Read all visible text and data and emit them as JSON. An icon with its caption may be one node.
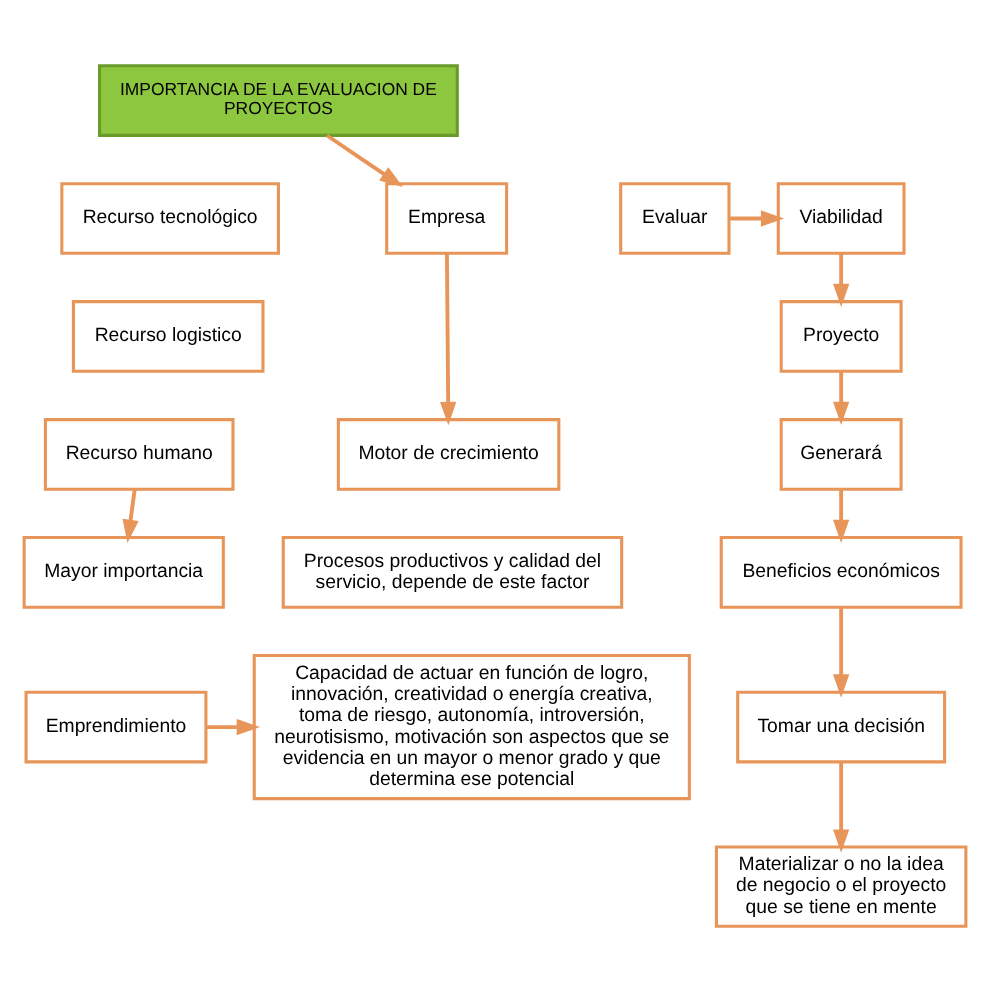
{
  "diagram": {
    "nodes": [
      {
        "text": [
          "IMPORTANCIA DE LA EVALUACION DE PROYECTOS"
        ]
      },
      {
        "text": [
          "Empresa"
        ]
      },
      {
        "text": [
          "Motor de crecimiento"
        ]
      },
      {
        "text": [
          "Recurso tecnológico"
        ]
      },
      {
        "text": [
          "Recurso logistico"
        ]
      },
      {
        "text": [
          "Recurso humano"
        ]
      },
      {
        "text": [
          "Mayor importancia"
        ]
      },
      {
        "text": [
          "Procesos productivos y calidad del servicio, depende de este factor"
        ]
      },
      {
        "text": [
          "Evaluar"
        ]
      },
      {
        "text": [
          "Viabilidad"
        ]
      },
      {
        "text": [
          "Proyecto"
        ]
      },
      {
        "text": [
          "Generará"
        ]
      },
      {
        "text": [
          "Beneficios económicos"
        ]
      },
      {
        "text": [
          "Tomar una decisión"
        ]
      },
      {
        "text": [
          "Materializar o no la idea de negocio o el proyecto que se tiene en mente"
        ]
      },
      {
        "text": [
          "Emprendimiento"
        ]
      },
      {
        "text": [
          "Capacidad de actuar en función de logro, innovación, creatividad o energía creativa, toma de riesgo, autonomía, introversión, neurotisismo, motivación son aspectos que se evidencia en un mayor o menor grado y que determina ese potencial"
        ]
      }
    ],
    "edges": [
      {
        "from": 0,
        "to": 1,
        "arrow": "to"
      },
      {
        "from": 1,
        "to": 2,
        "arrow": "to"
      },
      {
        "from": 5,
        "to": 6,
        "arrow": "to"
      },
      {
        "from": 8,
        "to": 9,
        "arrow": "to"
      },
      {
        "from": 9,
        "to": 10,
        "arrow": "to"
      },
      {
        "from": 10,
        "to": 11,
        "arrow": "to"
      },
      {
        "from": 11,
        "to": 12,
        "arrow": "to"
      },
      {
        "from": 12,
        "to": 13,
        "arrow": "to"
      },
      {
        "from": 13,
        "to": 14,
        "arrow": "to"
      },
      {
        "from": 15,
        "to": 16,
        "arrow": "to"
      }
    ]
  }
}
